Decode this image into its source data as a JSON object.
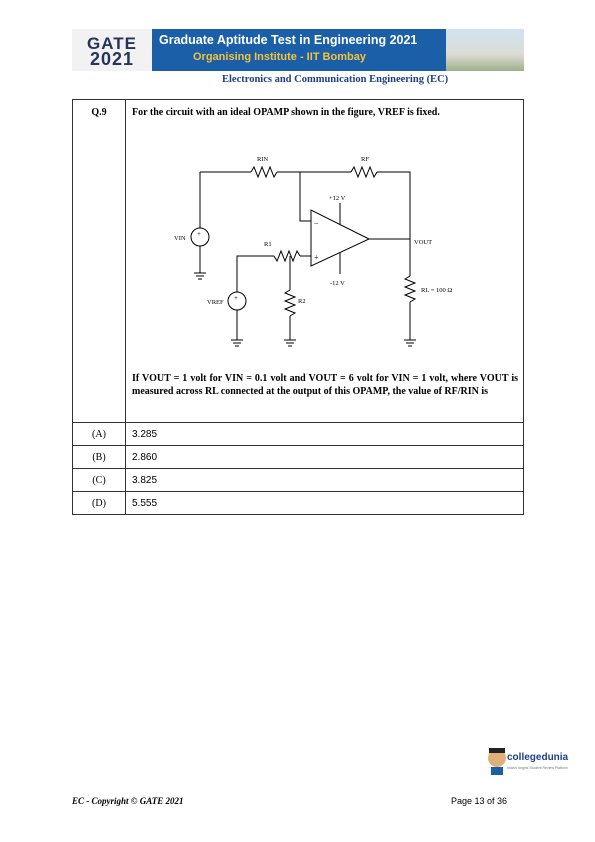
{
  "header": {
    "logo_top": "GATE",
    "logo_year": "2021",
    "title": "Graduate Aptitude Test in Engineering 2021",
    "subtitle": "Organising Institute - IIT Bombay",
    "subject": "Electronics and Communication Engineering (EC)"
  },
  "question": {
    "number": "Q.9",
    "prompt": "For the circuit with an ideal OPAMP shown in the figure, VREF is fixed.",
    "stem": "If VOUT = 1 volt for VIN = 0.1 volt and VOUT = 6 volt for VIN = 1 volt, where VOUT is measured across RL connected at the output of this OPAMP, the value of RF/RIN is"
  },
  "circuit": {
    "r_in": "RIN",
    "r_f": "RF",
    "r_1": "R1",
    "r_2": "R2",
    "pos_supply": "+12 V",
    "neg_supply": "-12 V",
    "v_in": "VIN",
    "v_ref": "VREF",
    "v_out": "VOUT",
    "r_l": "RL = 100 Ω",
    "minus": "−",
    "plus": "+"
  },
  "options": [
    {
      "label": "(A)",
      "value": "3.285"
    },
    {
      "label": "(B)",
      "value": "2.860"
    },
    {
      "label": "(C)",
      "value": "3.825"
    },
    {
      "label": "(D)",
      "value": "5.555"
    }
  ],
  "footer": {
    "copyright": "EC - Copyright © GATE 2021",
    "page": "Page 13 of 36"
  },
  "brand": {
    "name": "collegedunia",
    "tagline": "India's largest Student Review Platform"
  }
}
